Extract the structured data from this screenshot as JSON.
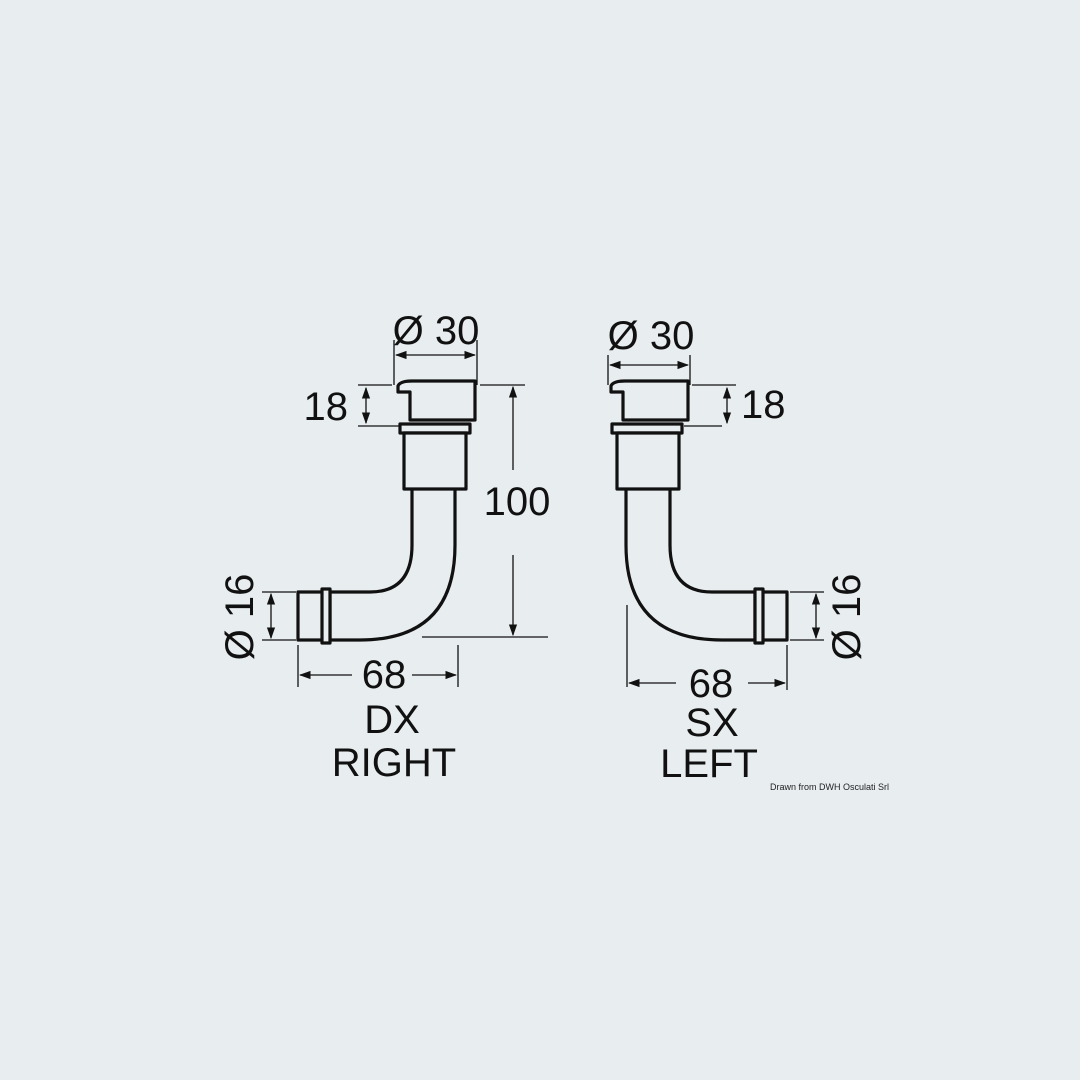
{
  "diagram": {
    "right_fitting": {
      "cap_diameter": "Ø 30",
      "cap_height": "18",
      "total_height": "100",
      "outlet_diameter": "Ø 16",
      "length": "68",
      "side_code": "DX",
      "side_name": "RIGHT"
    },
    "left_fitting": {
      "cap_diameter": "Ø 30",
      "cap_height": "18",
      "outlet_diameter": "Ø 16",
      "length": "68",
      "side_code": "SX",
      "side_name": "LEFT"
    },
    "credit": "Drawn from DWH Osculati Srl"
  },
  "colors": {
    "background": "#e8edf0",
    "line": "#111111"
  }
}
